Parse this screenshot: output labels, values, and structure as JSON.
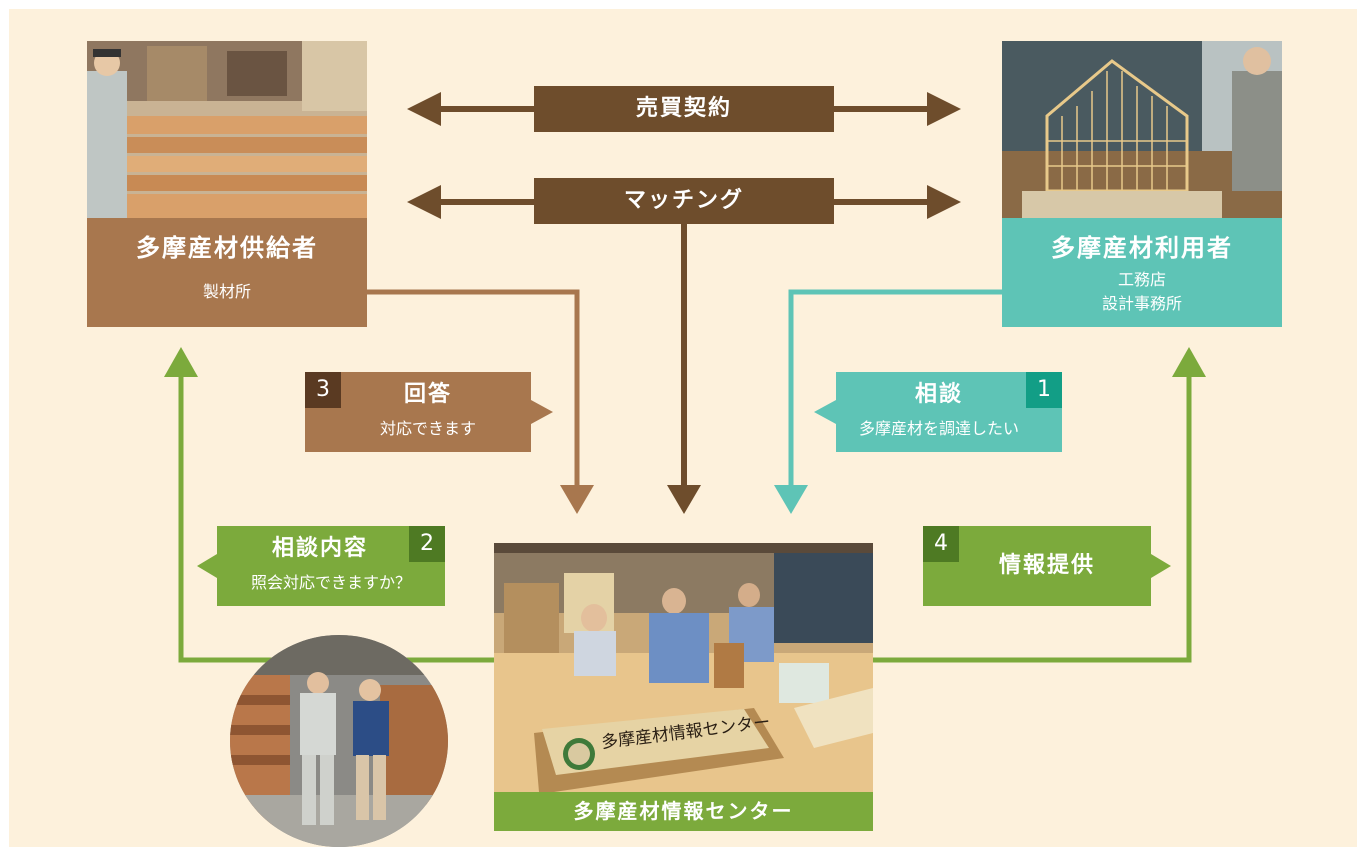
{
  "arrows": {
    "contract_label": "売買契約",
    "matching_label": "マッチング"
  },
  "supplier": {
    "title": "多摩産材供給者",
    "subtitle": "製材所"
  },
  "user": {
    "title": "多摩産材利用者",
    "subtitle_line1": "工務店",
    "subtitle_line2": "設計事務所"
  },
  "steps": {
    "step1": {
      "number": "1",
      "title": "相談",
      "detail": "多摩産材を調達したい"
    },
    "step2": {
      "number": "2",
      "title": "相談内容",
      "detail": "照会対応できますか？"
    },
    "step3": {
      "number": "3",
      "title": "回答",
      "detail": "対応できます"
    },
    "step4": {
      "number": "4",
      "title": "情報提供"
    }
  },
  "center": {
    "title": "多摩産材情報センター",
    "sign_text": "多摩産材情報センター"
  },
  "colors": {
    "background": "#fdf1dc",
    "dark_brown": "#6e4d2c",
    "light_brown": "#a8774e",
    "teal": "#5ec4b6",
    "dark_teal": "#129e86",
    "green": "#7caa3c",
    "dark_green": "#4e7a23",
    "dark_box": "#5a3a22"
  }
}
